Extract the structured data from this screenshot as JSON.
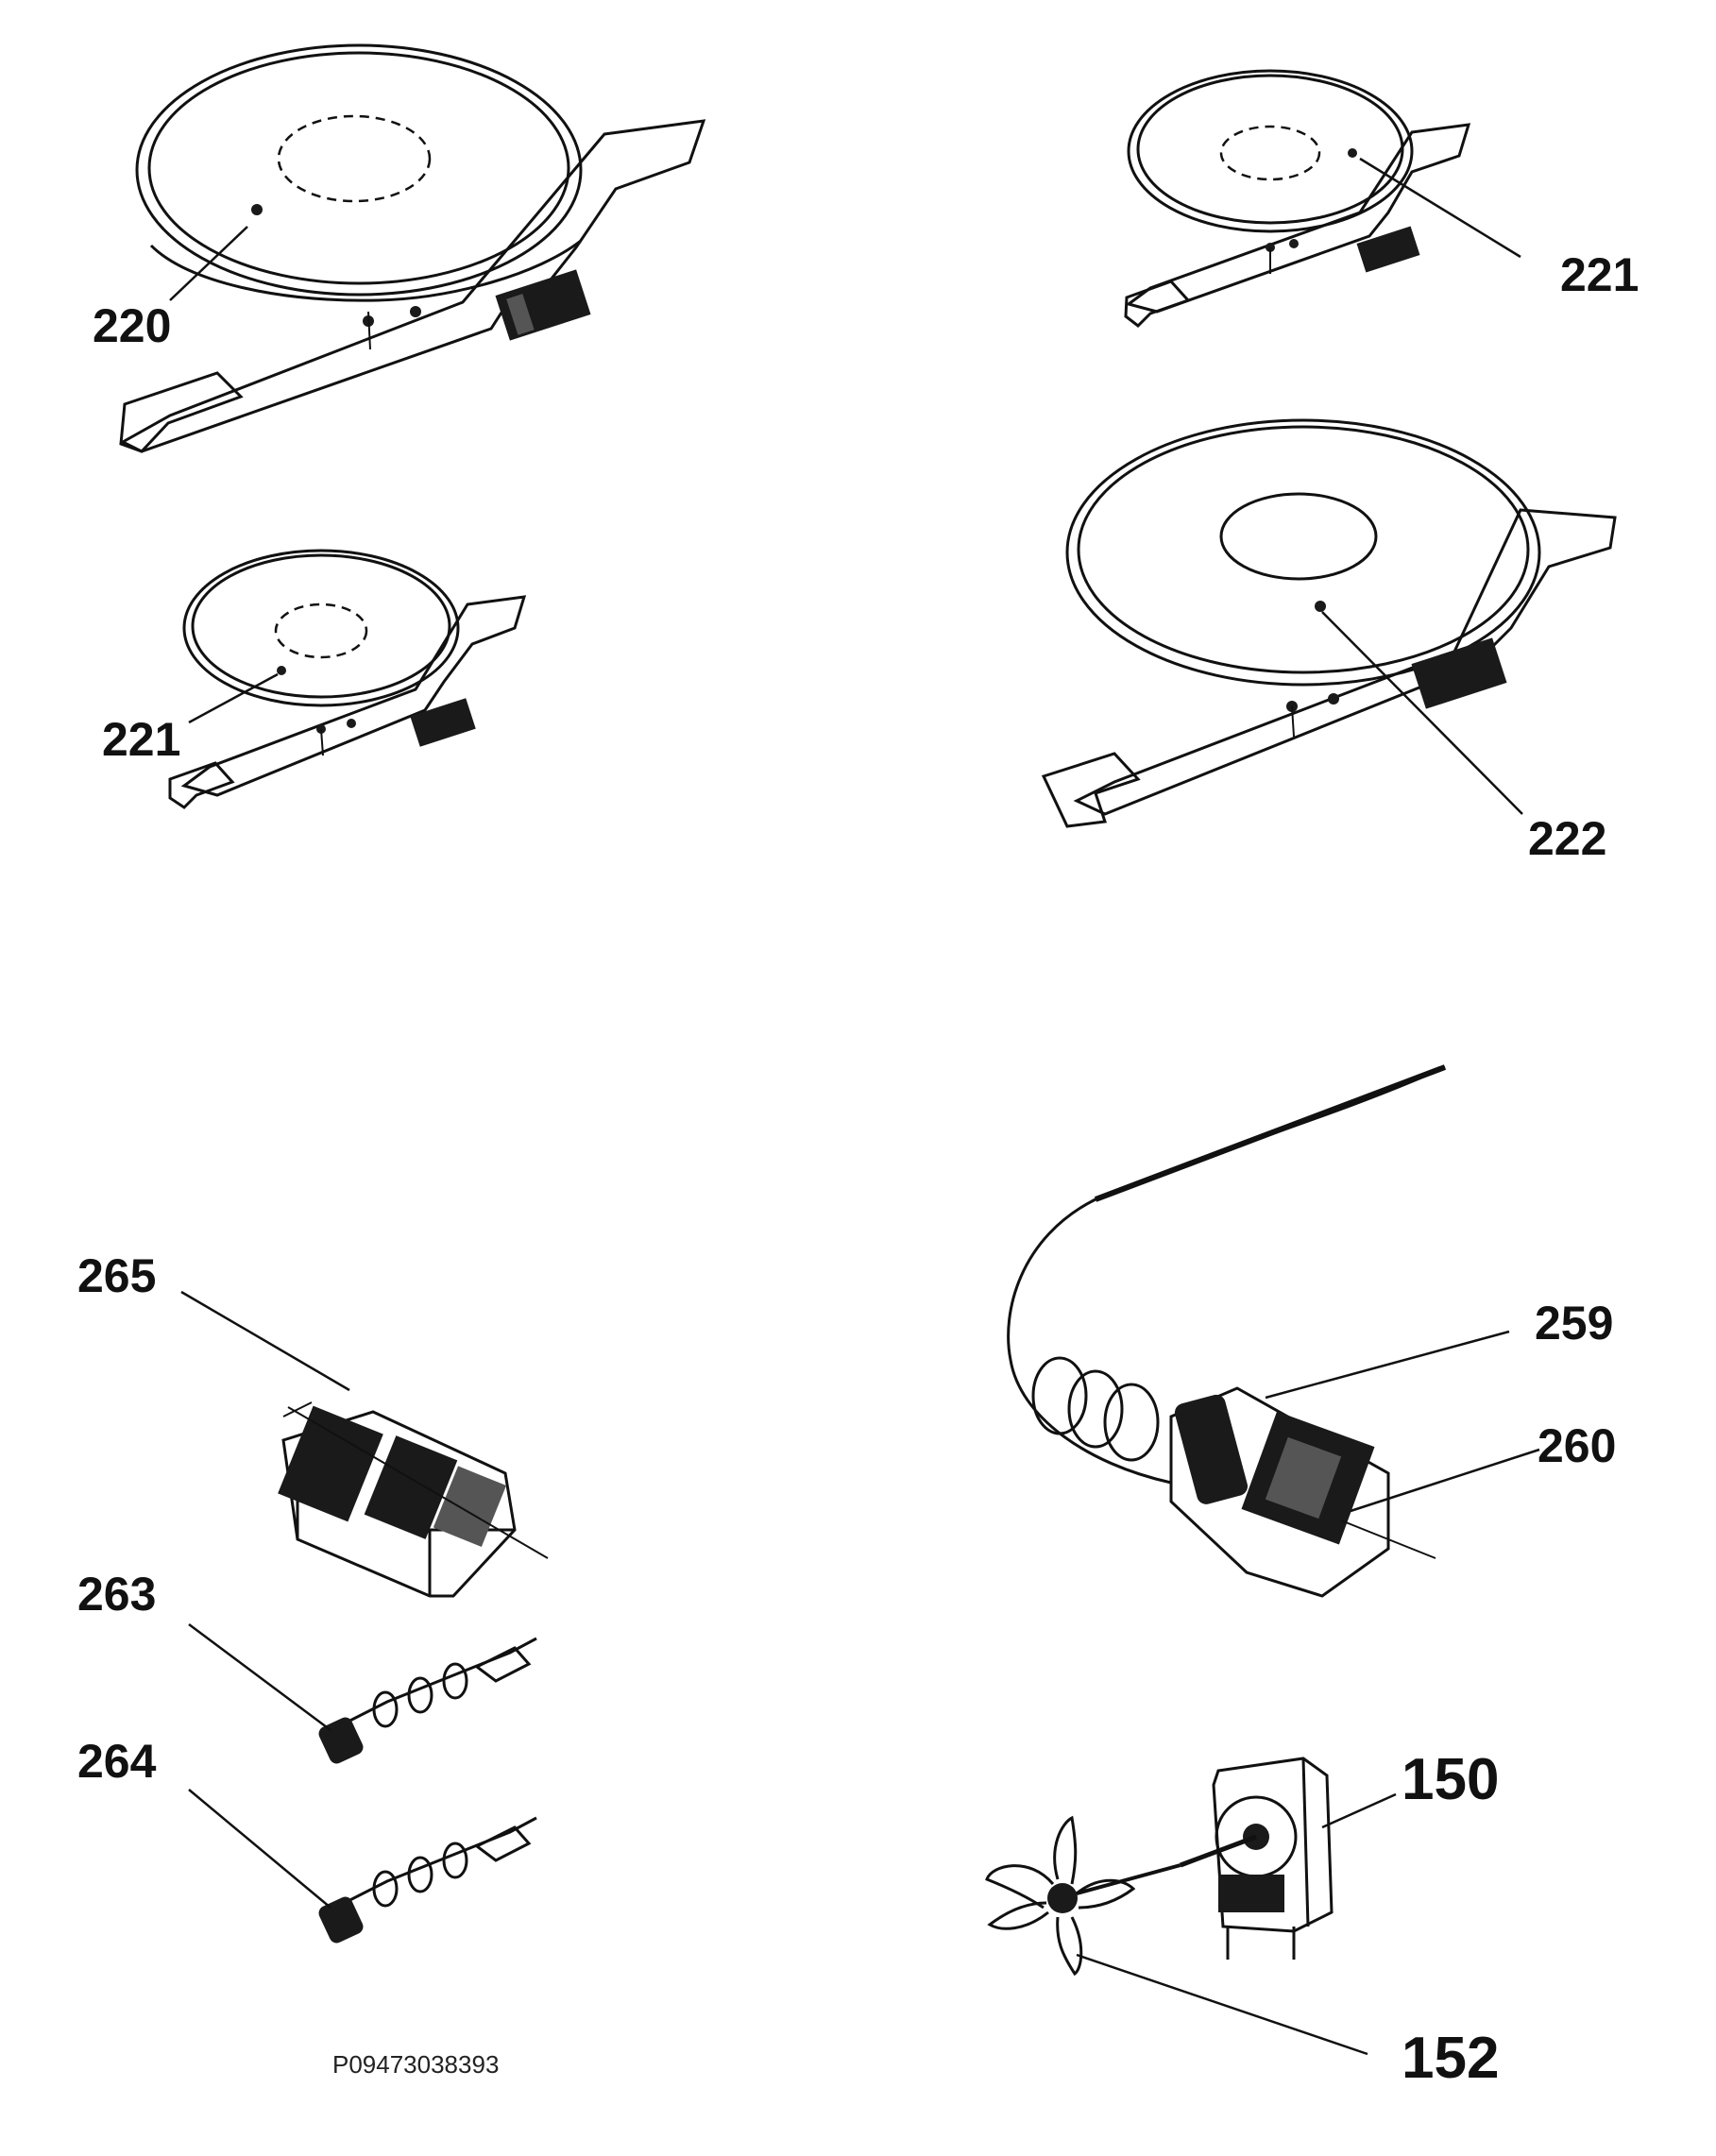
{
  "labels": {
    "l220": "220",
    "l221a": "221",
    "l221b": "221",
    "l222": "222",
    "l265": "265",
    "l263": "263",
    "l264": "264",
    "l259": "259",
    "l260": "260",
    "l150": "150",
    "l152": "152"
  },
  "reference": "P09473038393"
}
